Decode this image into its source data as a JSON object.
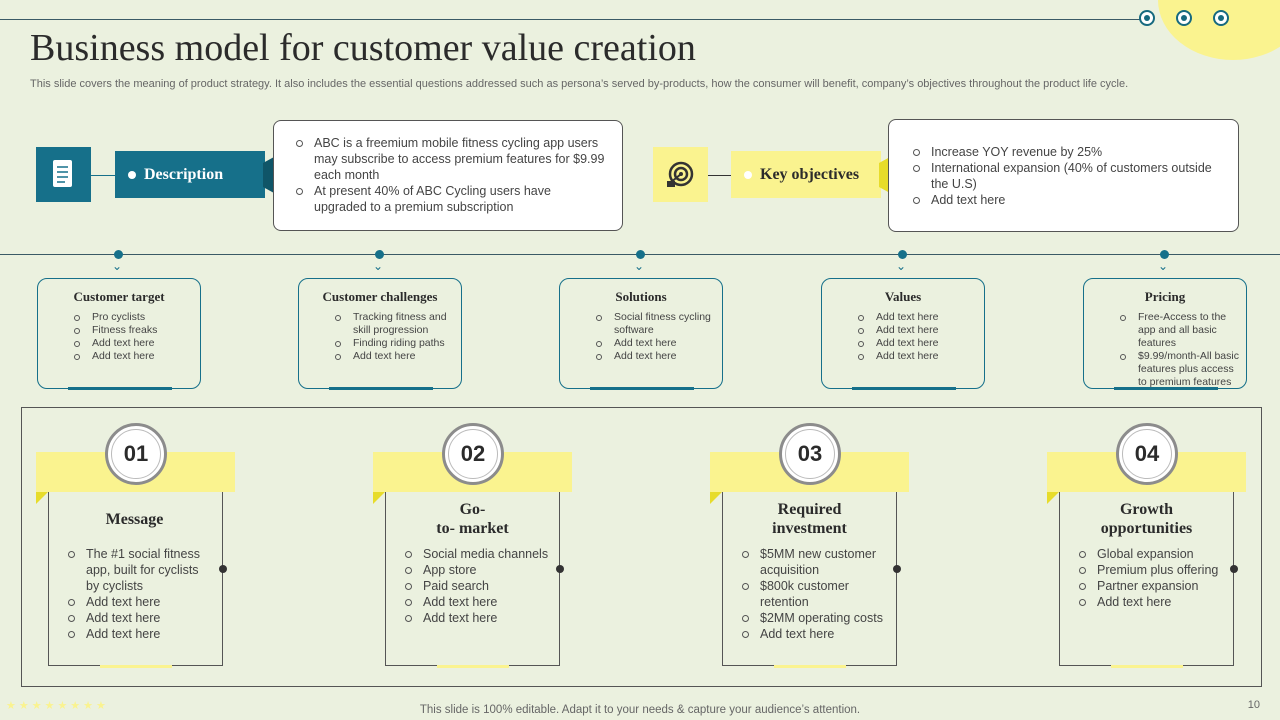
{
  "title": "Business model for customer value creation",
  "subtitle": "This slide covers the meaning of product strategy. It also includes the essential questions addressed such as persona’s served by-products, how the consumer will benefit, company’s objectives throughout the product life cycle.",
  "description": {
    "label": "Description",
    "icon": "document-icon",
    "items": [
      "ABC is a freemium  mobile fitness cycling app users may subscribe to access premium features for $9.99 each month",
      "At present 40% of ABC Cycling users have upgraded to a premium subscription"
    ]
  },
  "key_objectives": {
    "label": "Key objectives",
    "icon": "target-icon",
    "items": [
      "Increase YOY revenue  by 25%",
      "International  expansion (40%  of customers outside the U.S)",
      "Add text here"
    ]
  },
  "cards": [
    {
      "title": "Customer target",
      "items": [
        "Pro cyclists",
        "Fitness freaks",
        "Add text here",
        "Add text here"
      ]
    },
    {
      "title": "Customer challenges",
      "items": [
        "Tracking fitness and skill progression",
        "Finding riding paths",
        "Add text here"
      ]
    },
    {
      "title": "Solutions",
      "items": [
        "Social fitness cycling software",
        "Add text here",
        "Add text here"
      ]
    },
    {
      "title": "Values",
      "items": [
        "Add text here",
        "Add text here",
        "Add text here",
        "Add text here"
      ]
    },
    {
      "title": "Pricing",
      "items": [
        "Free-Access to the app and all basic features",
        "$9.99/month-All basic features plus access to premium features"
      ]
    }
  ],
  "steps": [
    {
      "num": "01",
      "title": "Message",
      "items": [
        "The #1 social fitness app, built for cyclists by cyclists",
        "Add text here",
        "Add text here",
        "Add text here"
      ]
    },
    {
      "num": "02",
      "title": "Go-\nto- market",
      "items": [
        "Social media channels",
        "App store",
        "Paid search",
        "Add text here",
        "Add text here"
      ]
    },
    {
      "num": "03",
      "title": "Required\ninvestment",
      "items": [
        "$5MM new customer acquisition",
        "$800k customer retention",
        "$2MM operating costs",
        "Add text here"
      ]
    },
    {
      "num": "04",
      "title": "Growth\nopportunities",
      "items": [
        "Global expansion",
        "Premium plus offering",
        "Partner expansion",
        "Add text here"
      ]
    }
  ],
  "footer": "This slide is 100% editable. Adapt it to your needs & capture your audience’s attention.",
  "page_number": "10",
  "colors": {
    "teal": "#16708a",
    "yellow": "#faf38f",
    "background": "#ebf1df"
  }
}
